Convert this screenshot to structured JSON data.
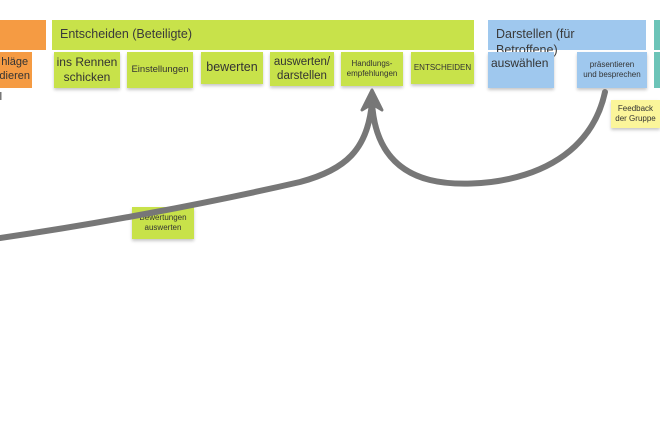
{
  "headers": {
    "orange_partial": "",
    "entscheiden": "Entscheiden (Beteiligte)",
    "darstellen": "Darstellen (für Betroffene)"
  },
  "notes": {
    "orange_partial": "hläge\ndieren",
    "ins_rennen": "ins Rennen\nschicken",
    "einstellungen": "Einstellungen",
    "bewerten": "bewerten",
    "auswerten_darstellen": "auswerten/\ndarstellen",
    "handlungsempfehlungen": "Handlungs-\nempfehlungen",
    "entscheiden": "ENTSCHEIDEN",
    "auswaehlen": "auswählen",
    "praesentieren": "präsentieren\nund besprechen",
    "feedback": "Feedback\nder Gruppe",
    "bewertungen": "Bewertungen\nauswerten"
  },
  "colors": {
    "green": "#c8e24a",
    "blue": "#9fc8ee",
    "orange": "#f59b43",
    "yellow": "#fbf59a",
    "arrow": "#777777"
  }
}
